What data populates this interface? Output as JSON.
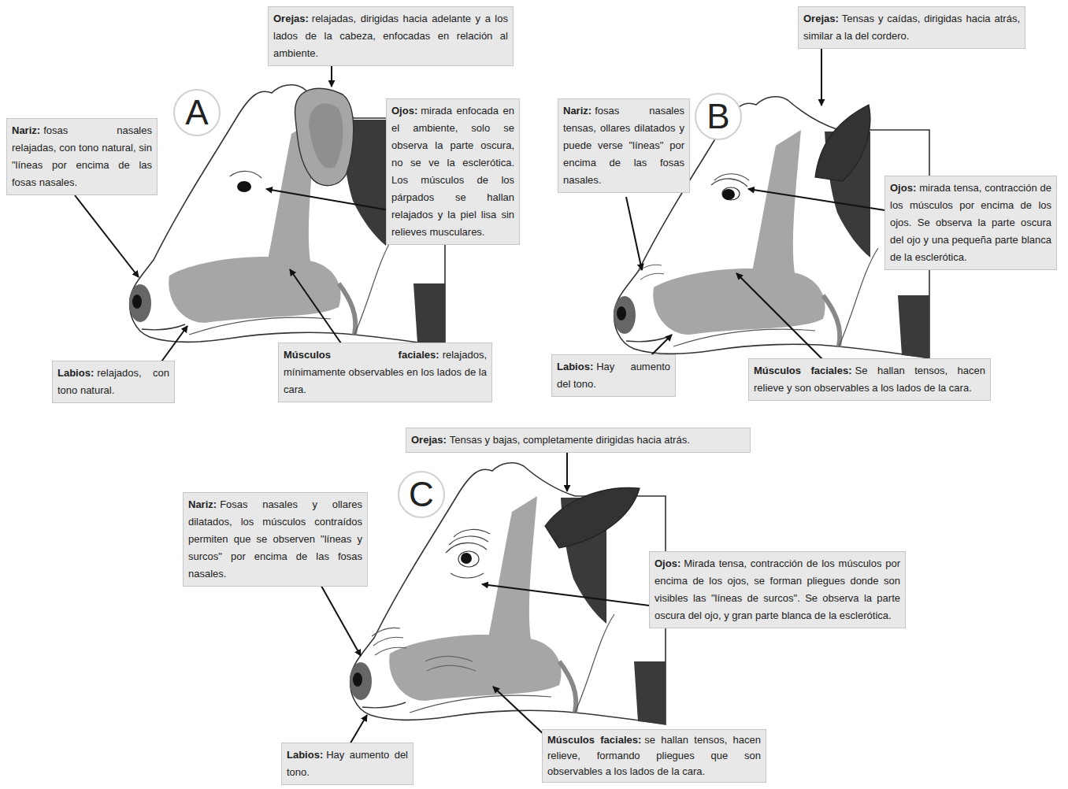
{
  "diagram": {
    "nodes": [
      {
        "text": [
          "A"
        ]
      },
      {
        "text": [
          "Orejas:",
          "relajadas, dirigidas hacia adelante y a los lados de la cabeza, enfocadas en relación al ambiente."
        ]
      },
      {
        "text": [
          "Nariz:",
          "fosas nasales relajadas, con tono natural, sin \"líneas por encima de las fosas nasales."
        ]
      },
      {
        "text": [
          "Ojos:",
          "mirada enfocada en el ambiente, solo se observa la parte oscura, no se ve la esclerótica. Los músculos de los párpados se hallan relajados y la piel lisa sin relieves musculares."
        ]
      },
      {
        "text": [
          "Labios:",
          "relajados, con tono natural."
        ]
      },
      {
        "text": [
          "Músculos faciales:",
          "relajados, mínimamente observables en los lados de la cara."
        ]
      },
      {
        "text": [
          "B"
        ]
      },
      {
        "text": [
          "Orejas:",
          "Tensas y caídas, dirigidas hacia atrás, similar a la del cordero."
        ]
      },
      {
        "text": [
          "Nariz:",
          "fosas nasales tensas, ollares dilatados y puede verse \"líneas\" por encima de las fosas nasales."
        ]
      },
      {
        "text": [
          "Ojos:",
          "mirada tensa, contracción de los músculos por encima de los ojos. Se observa la parte oscura del ojo y una pequeña parte blanca de la esclerótica."
        ]
      },
      {
        "text": [
          "Labios:",
          "Hay aumento del tono."
        ]
      },
      {
        "text": [
          "Músculos faciales:",
          "Se hallan tensos, hacen relieve y son observables a los lados de la cara."
        ]
      },
      {
        "text": [
          "Orejas:",
          "Tensas y bajas, completamente dirigidas hacia atrás."
        ]
      },
      {
        "text": [
          "C"
        ]
      },
      {
        "text": [
          "Nariz:",
          "Fosas nasales y ollares dilatados, los músculos contraídos permiten que se observen \"líneas y surcos\" por encima de las fosas nasales."
        ]
      },
      {
        "text": [
          "Ojos:",
          "Mirada tensa, contracción de los músculos por encima de los ojos, se forman pliegues donde son visibles las \"líneas de surcos\". Se observa la parte oscura del ojo, y gran parte blanca de la esclerótica."
        ]
      },
      {
        "text": [
          "Labios:",
          "Hay aumento del tono."
        ]
      },
      {
        "text": [
          "Músculos faciales:",
          "se hallan tensos, hacen relieve, formando pliegues que son observables a los lados de la cara."
        ]
      }
    ]
  }
}
